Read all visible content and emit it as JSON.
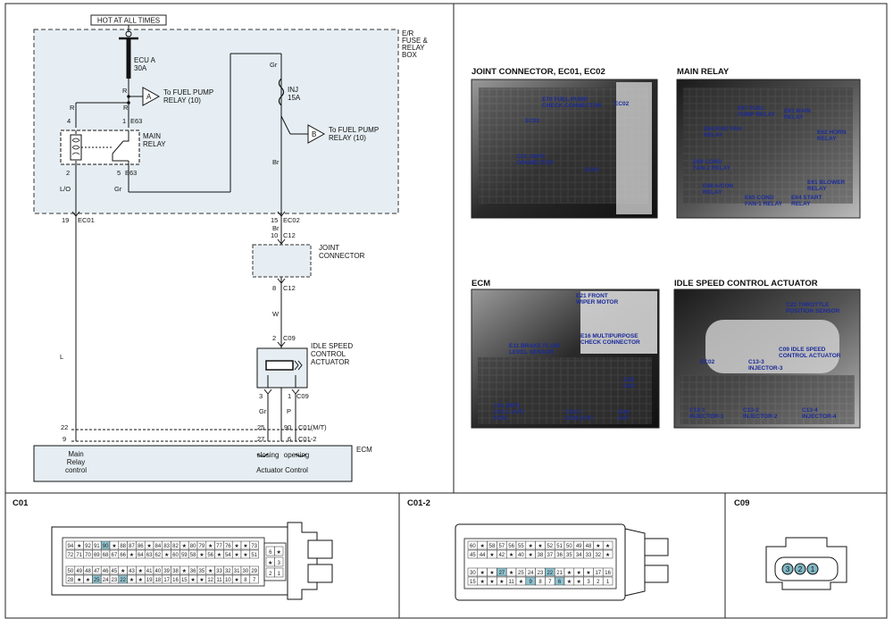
{
  "wiring": {
    "hot_label": "HOT AT ALL TIMES",
    "box_label": [
      "E/R",
      "FUSE &",
      "RELAY",
      "BOX"
    ],
    "fuse_ecu_a": [
      "ECU A",
      "30A"
    ],
    "fuse_inj": [
      "INJ",
      "15A"
    ],
    "colors": {
      "r": "R",
      "lo": "L/O",
      "gr": "Gr",
      "br": "Br",
      "w": "W",
      "p": "P",
      "l": "L"
    },
    "triangle_a": {
      "letter": "A",
      "line1": "To FUEL PUMP",
      "line2": "RELAY (10)"
    },
    "triangle_b": {
      "letter": "B",
      "line1": "To FUEL PUMP",
      "line2": "RELAY (10)"
    },
    "relay": {
      "name": [
        "MAIN",
        "RELAY"
      ],
      "pin_top_left": "4",
      "pin_top_right": "1",
      "pin_bottom_left": "2",
      "pin_bottom_right": "5",
      "conn": "E63"
    },
    "ec01": {
      "pin": "19",
      "name": "EC01"
    },
    "ec02": {
      "pin": "15",
      "name": "EC02"
    },
    "c12_top": {
      "pin": "10",
      "name": "C12"
    },
    "c12_bottom": {
      "pin": "8",
      "name": "C12"
    },
    "joint": [
      "JOINT",
      "CONNECTOR"
    ],
    "c09_top": {
      "pin": "2",
      "name": "C09"
    },
    "isca": [
      "IDLE SPEED",
      "CONTROL",
      "ACTUATOR"
    ],
    "c09_bottom": {
      "pin_left": "3",
      "pin_right": "1",
      "name": "C09"
    },
    "ecm_pins": {
      "mt": {
        "left": "22",
        "mid": "25",
        "right": "90",
        "name": "C01(M/T)"
      },
      "at": {
        "left": "9",
        "mid": "27",
        "right": "6",
        "name": "C01-2"
      }
    },
    "ecm": {
      "name": "ECM",
      "main_relay": [
        "Main",
        "Relay",
        "control"
      ],
      "closing": "closing",
      "opening": "opening",
      "actuator": "Actuator Control"
    }
  },
  "photos": [
    {
      "title": "JOINT CONNECTOR, EC01, EC02",
      "labels": [
        [
          "E70 FUEL PUMP",
          "CHECK CONNECTOR"
        ],
        [
          "EC02"
        ],
        [
          "EC03"
        ],
        [
          "C12 JOINT",
          "CONNECTOR"
        ],
        [
          "EC01"
        ]
      ]
    },
    {
      "title": "MAIN RELAY",
      "labels": [
        [
          "E67 FUEL",
          "PUMP RELAY"
        ],
        [
          "E63 MAIN",
          "RELAY"
        ],
        [
          "E66 RAD FAN",
          "RELAY"
        ],
        [
          "E62 HORN",
          "RELAY"
        ],
        [
          "E69 COND",
          "FAN-2 RELAY"
        ],
        [
          "E61 BLOWER",
          "RELAY"
        ],
        [
          "E68 A/CON",
          "RELAY"
        ],
        [
          "E64 START",
          "RELAY"
        ],
        [
          "E65 COND",
          "FAN-1 RELAY"
        ]
      ]
    },
    {
      "title": "ECM",
      "labels": [
        [
          "E21 FRONT",
          "WIPER MOTOR"
        ],
        [
          "E16 MULTIPURPOSE",
          "CHECK CONNECTOR"
        ],
        [
          "E11 BRAKE FLUID",
          "LEVEL SENSOR"
        ],
        [
          "G38",
          "G39"
        ],
        [
          "C01 (M/T)",
          "C01-1 (A/T)",
          "ECM"
        ],
        [
          "C01-2",
          "ECM (A/T)"
        ],
        [
          "G36",
          "G37"
        ]
      ]
    },
    {
      "title": "IDLE SPEED CONTROL ACTUATOR",
      "labels": [
        [
          "C23 THROTTLE",
          "POSITION SENSOR"
        ],
        [
          "C09 IDLE SPEED",
          "CONTROL ACTUATOR"
        ],
        [
          "EC02"
        ],
        [
          "C13-3",
          "INJECTOR-3"
        ],
        [
          "C13-1",
          "INJECTOR-1"
        ],
        [
          "C13-2",
          "INJECTOR-2"
        ],
        [
          "C13-4",
          "INJECTOR-4"
        ]
      ]
    }
  ],
  "connectors": [
    {
      "title": "C01",
      "rows": [
        [
          "94",
          "★",
          "92",
          "91",
          "90",
          "★",
          "88",
          "87",
          "86",
          "★",
          "84",
          "83",
          "82",
          "★",
          "80",
          "79",
          "★",
          "77",
          "76",
          "★",
          "★",
          "73"
        ],
        [
          "72",
          "71",
          "70",
          "69",
          "68",
          "67",
          "66",
          "★",
          "64",
          "63",
          "62",
          "★",
          "60",
          "59",
          "58",
          "★",
          "56",
          "★",
          "54",
          "★",
          "★",
          "51"
        ],
        [
          "50",
          "49",
          "48",
          "47",
          "46",
          "45",
          "★",
          "43",
          "★",
          "41",
          "40",
          "39",
          "38",
          "★",
          "36",
          "35",
          "★",
          "33",
          "32",
          "31",
          "30",
          "29"
        ],
        [
          "28",
          "★",
          "★",
          "25",
          "24",
          "23",
          "22",
          "★",
          "★",
          "19",
          "18",
          "17",
          "16",
          "15",
          "★",
          "★",
          "12",
          "11",
          "10",
          "★",
          "8",
          "7"
        ]
      ],
      "highlight": [
        "90",
        "25",
        "22"
      ],
      "side": [
        [
          "6",
          "★"
        ],
        [
          "★",
          "3"
        ],
        [
          "2",
          "1"
        ]
      ]
    },
    {
      "title": "C01-2",
      "rows": [
        [
          "60",
          "★",
          "58",
          "57",
          "56",
          "55",
          "★",
          "★",
          "52",
          "51",
          "50",
          "49",
          "48",
          "★",
          "★"
        ],
        [
          "45",
          "44",
          "★",
          "42",
          "★",
          "40",
          "★",
          "38",
          "37",
          "36",
          "35",
          "34",
          "33",
          "32",
          "★"
        ],
        [
          "30",
          "★",
          "★",
          "27",
          "★",
          "25",
          "24",
          "23",
          "22",
          "21",
          "★",
          "★",
          "★",
          "17",
          "16"
        ],
        [
          "15",
          "★",
          "★",
          "★",
          "11",
          "★",
          "9",
          "8",
          "7",
          "6",
          "★",
          "★",
          "3",
          "2",
          "1"
        ]
      ],
      "highlight": [
        "27",
        "6",
        "22",
        "9"
      ]
    },
    {
      "title": "C09",
      "pins": [
        "3",
        "2",
        "1"
      ]
    }
  ]
}
